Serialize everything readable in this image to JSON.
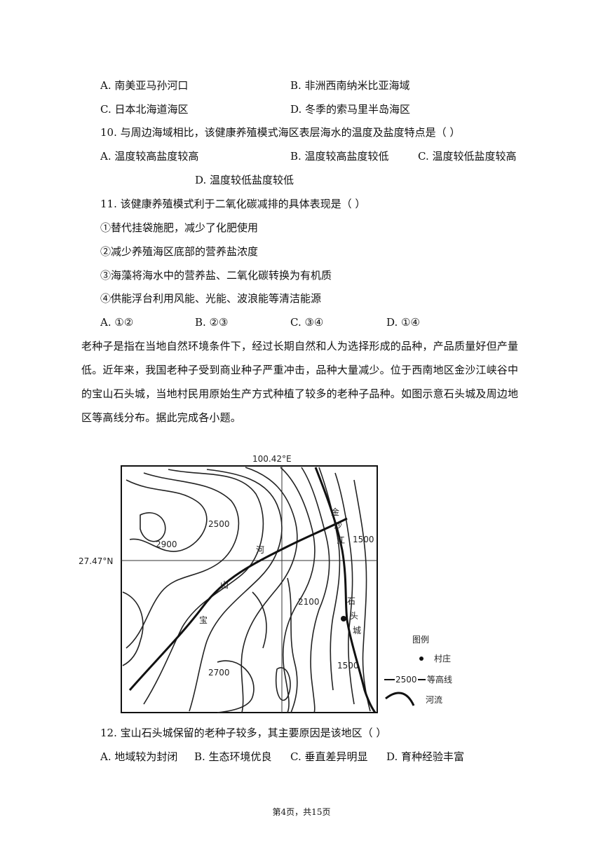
{
  "q9_options": {
    "a": "A. 南美亚马孙河口",
    "b": "B. 非洲西南纳米比亚海域",
    "c": "C. 日本北海道海区",
    "d": "D. 冬季的索马里半岛海区"
  },
  "q10": {
    "stem": "10.   与周边海域相比，该健康养殖模式海区表层海水的温度及盐度特点是（     ）",
    "a": "A. 温度较高盐度较高",
    "b": "B. 温度较高盐度较低",
    "c": "C. 温度较低盐度较高",
    "d": "D. 温度较低盐度较低"
  },
  "q11": {
    "stem": "11.   该健康养殖模式利于二氧化碳减排的具体表现是（     ）",
    "s1": "①替代挂袋施肥，减少了化肥使用",
    "s2": "②减少养殖海区底部的营养盐浓度",
    "s3": "③海藻将海水中的营养盐、二氧化碳转换为有机质",
    "s4": "④供能浮台利用风能、光能、波浪能等清洁能源",
    "a": "A. ①②",
    "b": "B. ②③",
    "c": "C. ③④",
    "d": "D. ①④"
  },
  "passage": "老种子是指在当地自然环境条件下，经过长期自然和人为选择形成的品种，产品质量好但产量低。近年来，我国老种子受到商业种子严重冲击，品种大量减少。位于西南地区金沙江峡谷中的宝山石头城，当地村民用原始生产方式种植了较多的老种子品种。如图示意石头城及周边地区等高线分布。据此完成各小题。",
  "map": {
    "longitude": "100.42°E",
    "latitude": "27.47°N",
    "contours": [
      "2500",
      "2900",
      "1500",
      "2100",
      "1500",
      "2700"
    ],
    "river_chars": [
      "金",
      "沙",
      "江"
    ],
    "baoshan_chars": [
      "宝",
      "山",
      "河"
    ],
    "town_chars": [
      "石",
      "头",
      "城"
    ],
    "legend": {
      "title": "图例",
      "village": "村庄",
      "contour_value": "2500",
      "contour": "等高线",
      "river": "河流"
    }
  },
  "q12": {
    "stem": "12.   宝山石头城保留的老种子较多，其主要原因是该地区（     ）",
    "a": "A. 地域较为封闭",
    "b": "B. 生态环境优良",
    "c": "C. 垂直差异明显",
    "d": "D. 育种经验丰富"
  },
  "footer": "第4页，共15页"
}
